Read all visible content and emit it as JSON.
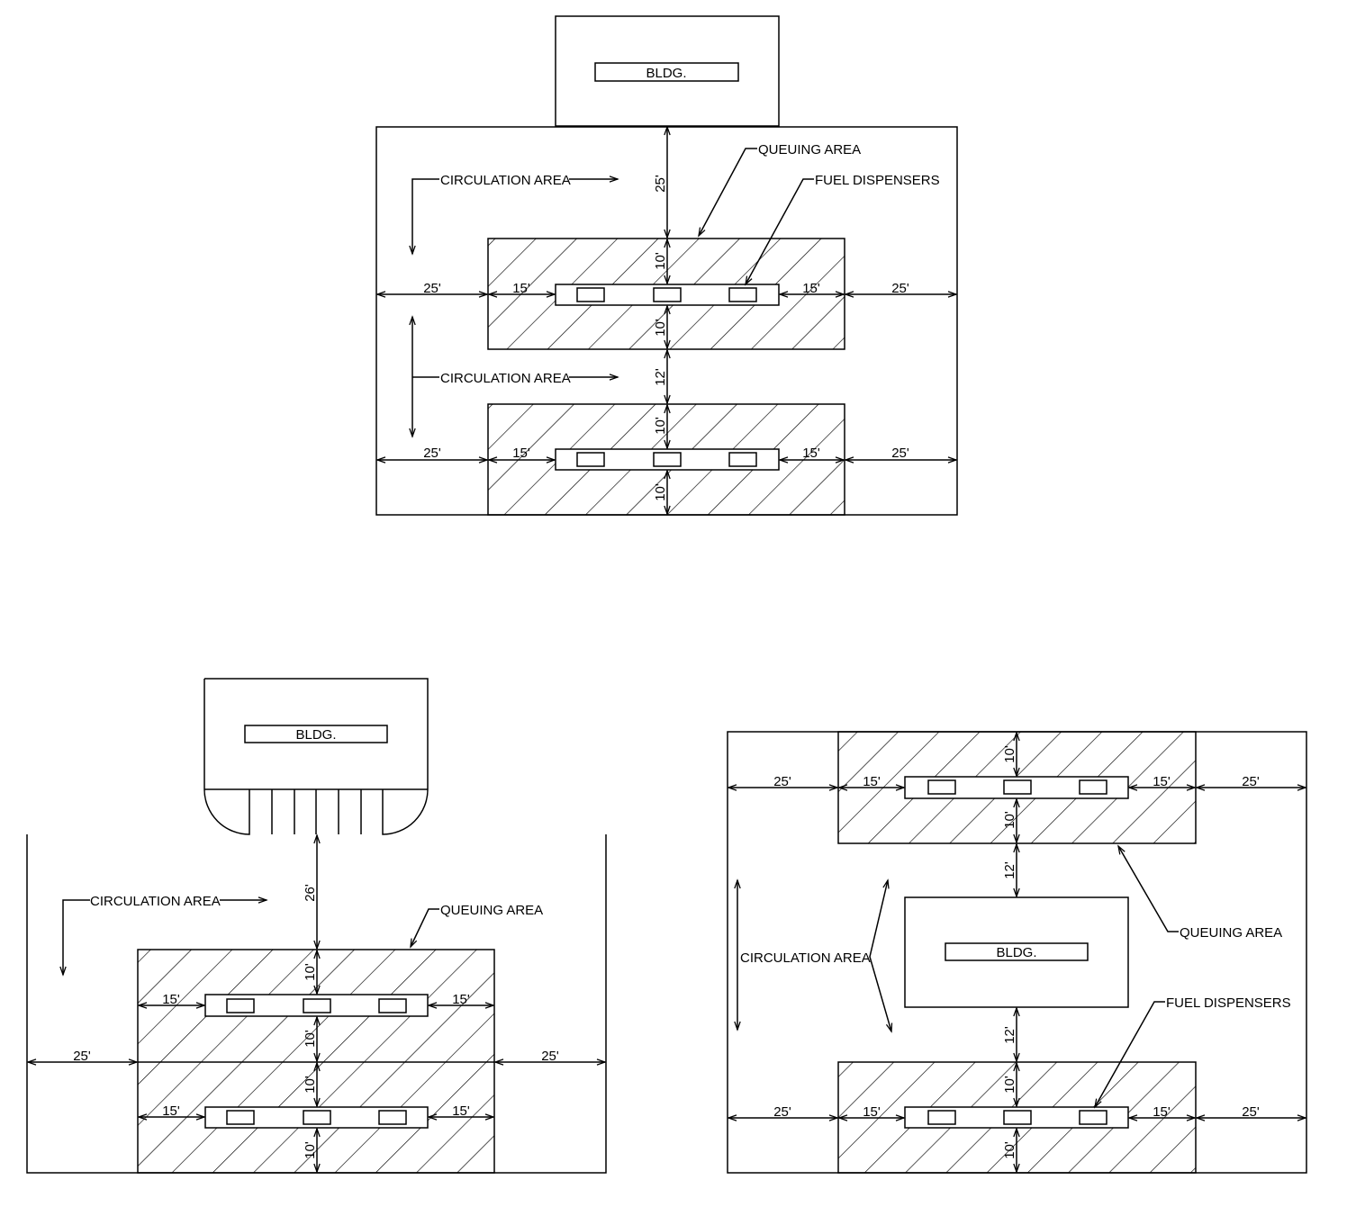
{
  "labels": {
    "bldg": "BLDG.",
    "circulation": "CIRCULATION AREA",
    "queuing": "QUEUING AREA",
    "fuel": "FUEL DISPENSERS"
  },
  "dims": {
    "d25": "25'",
    "d26": "26'",
    "d15": "15'",
    "d10": "10'",
    "d12": "12'"
  }
}
